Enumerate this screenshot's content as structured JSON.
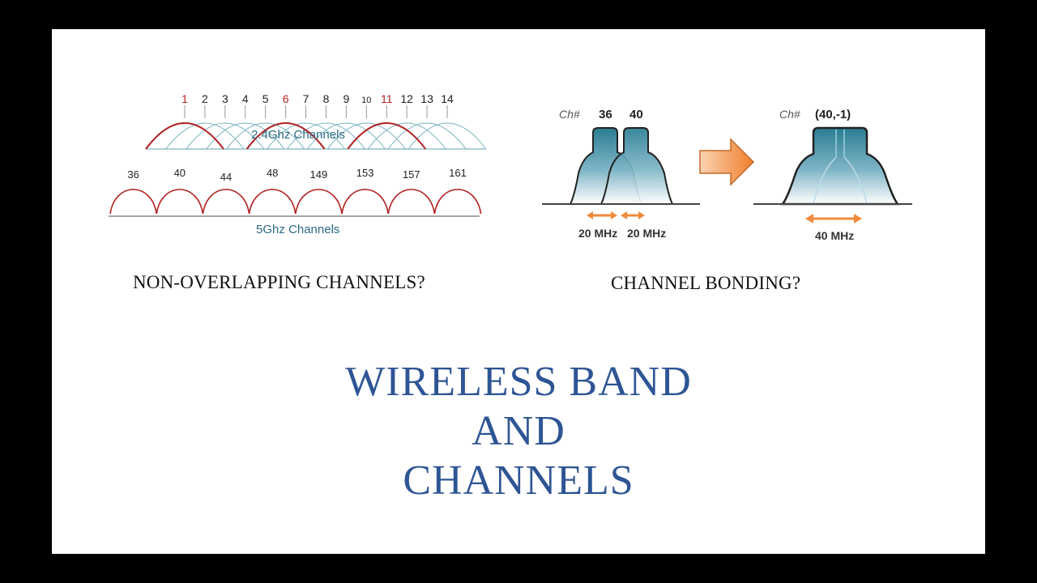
{
  "band24": {
    "channels": [
      "1",
      "2",
      "3",
      "4",
      "5",
      "6",
      "7",
      "8",
      "9",
      "10",
      "11",
      "12",
      "13",
      "14"
    ],
    "highlighted": [
      "1",
      "6",
      "11"
    ],
    "label": "2.4Ghz Channels"
  },
  "band5": {
    "channels": [
      "36",
      "40",
      "44",
      "48",
      "149",
      "153",
      "157",
      "161"
    ],
    "label": "5Ghz Channels"
  },
  "bonding": {
    "left_prefix": "Ch#",
    "left_ch_a": "36",
    "left_ch_b": "40",
    "right_prefix": "Ch#",
    "right_ch": "(40,-1)",
    "width_a": "20 MHz",
    "width_b": "20 MHz",
    "width_bonded": "40 MHz"
  },
  "captions": {
    "overlap": "NON-OVERLAPPING CHANNELS?",
    "bonding": "CHANNEL BONDING?"
  },
  "title": {
    "line1": "WIRELESS BAND",
    "line2": "AND",
    "line3": "CHANNELS"
  },
  "colors": {
    "highlight_red": "#b22222",
    "teal": "#7fb5c2",
    "title_blue": "#2e5594",
    "arrow_orange": "#f08a3c"
  }
}
